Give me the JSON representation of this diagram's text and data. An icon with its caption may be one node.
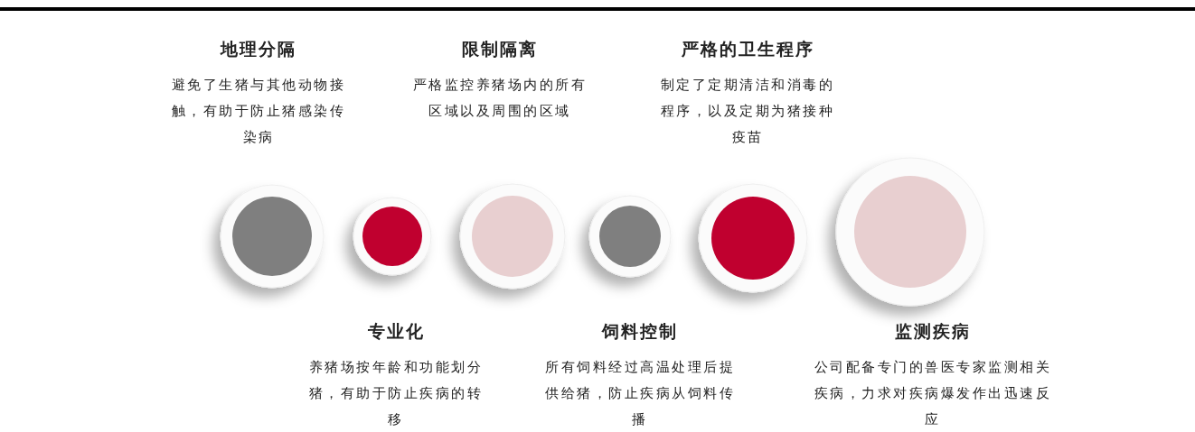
{
  "diagram": {
    "nodes": [
      {
        "text": [],
        "shape": "circle",
        "beside": [
          "地理分隔",
          "避免了生猪与其他动物接触，有助于防止猪感染传染病"
        ]
      },
      {
        "text": [],
        "shape": "circle",
        "beside": [
          "专业化",
          "养猪场按年龄和功能划分猪，有助于防止疾病的转移"
        ]
      },
      {
        "text": [],
        "shape": "circle",
        "beside": [
          "限制隔离",
          "严格监控养猪场内的所有区域以及周围的区域"
        ]
      },
      {
        "text": [],
        "shape": "circle",
        "beside": [
          "饲料控制",
          "所有饲料经过高温处理后提供给猪，防止疾病从饲料传播"
        ]
      },
      {
        "text": [],
        "shape": "circle",
        "beside": [
          "严格的卫生程序",
          "制定了定期清洁和消毒的程序，以及定期为猪接种疫苗"
        ]
      },
      {
        "text": [],
        "shape": "circle",
        "beside": [
          "监测疾病",
          "公司配备专门的兽医专家监测相关疾病，力求对疾病爆发作出迅速反应"
        ]
      }
    ]
  }
}
